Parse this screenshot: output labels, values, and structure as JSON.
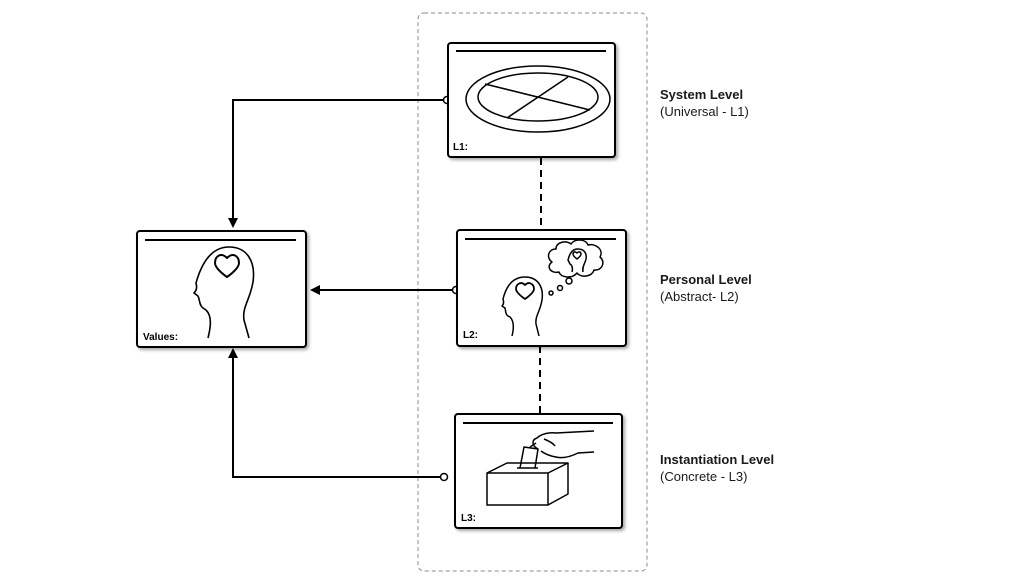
{
  "boxes": {
    "values": {
      "label": "Values:",
      "icon": "head-with-heart-icon"
    },
    "l1": {
      "label": "L1:",
      "icon": "segmented-ellipse-icon"
    },
    "l2": {
      "label": "L2:",
      "icon": "head-thinking-of-person-icon"
    },
    "l3": {
      "label": "L3:",
      "icon": "hand-casting-ballot-icon"
    }
  },
  "levels": [
    {
      "title": "System Level",
      "subtitle": "(Universal - L1)"
    },
    {
      "title": "Personal Level",
      "subtitle": "(Abstract- L2)"
    },
    {
      "title": "Instantiation Level",
      "subtitle": "(Concrete - L3)"
    }
  ],
  "colors": {
    "stroke": "#000000",
    "dashed_border": "#8c8c8c",
    "text": "#1a1a1a"
  }
}
